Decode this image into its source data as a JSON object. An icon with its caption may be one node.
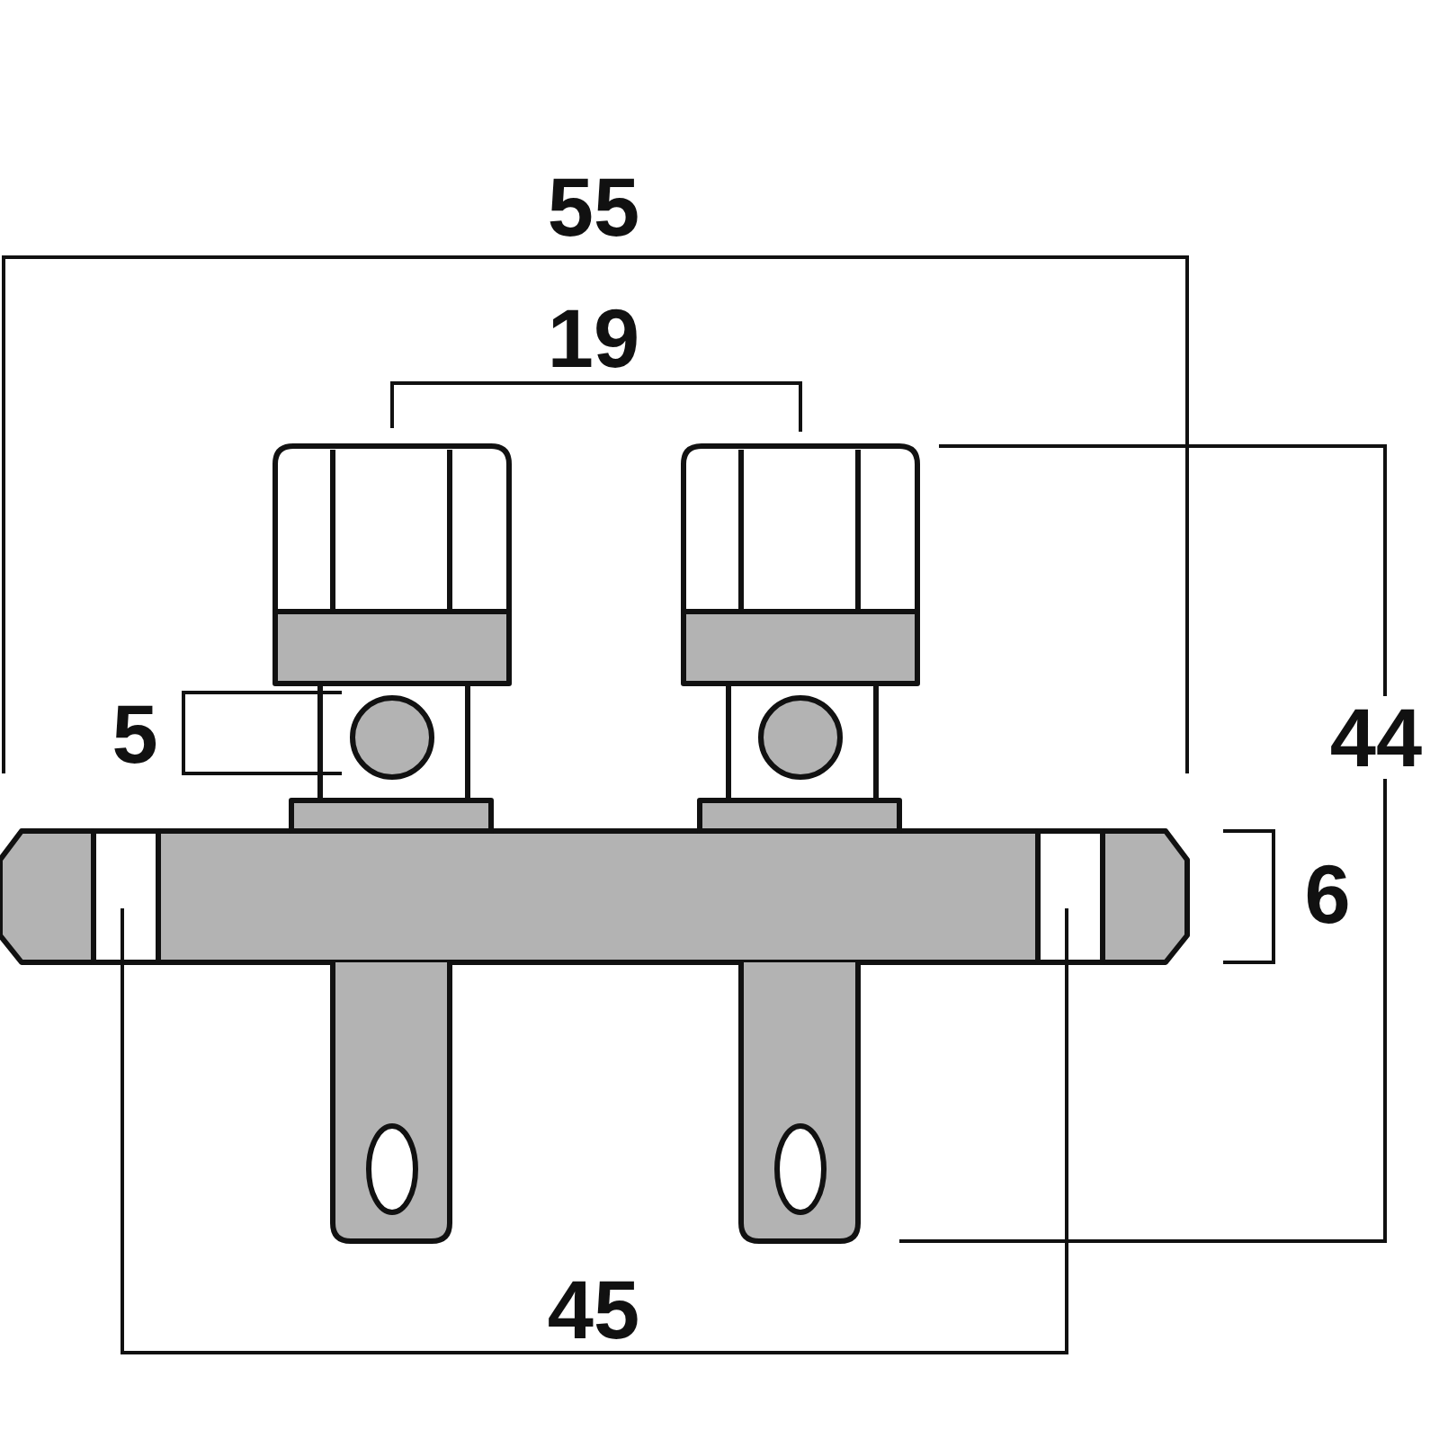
{
  "diagram": {
    "labels": [
      "55",
      "19",
      "5",
      "44",
      "6",
      "45"
    ]
  }
}
